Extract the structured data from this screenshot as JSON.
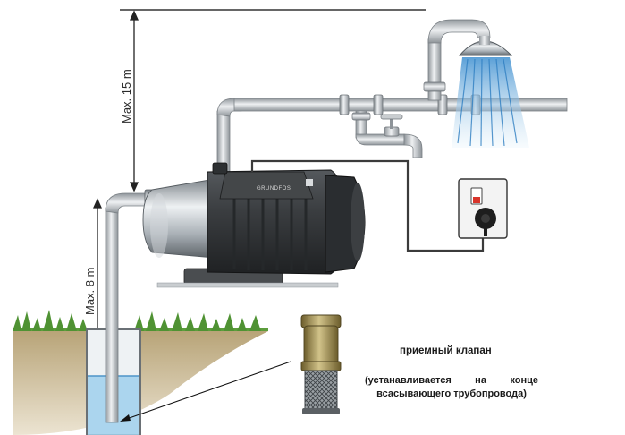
{
  "labels": {
    "max_suction_height": "Max. 8 m",
    "max_discharge_height": "Max. 15 m",
    "foot_valve_title": "приемный клапан",
    "foot_valve_note": "(устанавливается на конце всасывающего трубопровода)",
    "pump_brand": "GRUNDFOS"
  },
  "colors": {
    "pipe": "#c9cdd0",
    "pipe_dark": "#8e9499",
    "pump_body": "#3a3d40",
    "pump_steel": "#b8bec4",
    "grass": "#5c9d3c",
    "soil": "#c8b48a",
    "water": "#9fd0ec",
    "spray": "#6fb3e0",
    "valve_brass": "#9c8a4a",
    "switch_red": "#d8342a"
  },
  "icons": {
    "shower_head": "shower-head-icon",
    "faucet": "faucet-icon",
    "switch_box": "control-switch-icon",
    "foot_valve": "foot-valve-icon"
  }
}
